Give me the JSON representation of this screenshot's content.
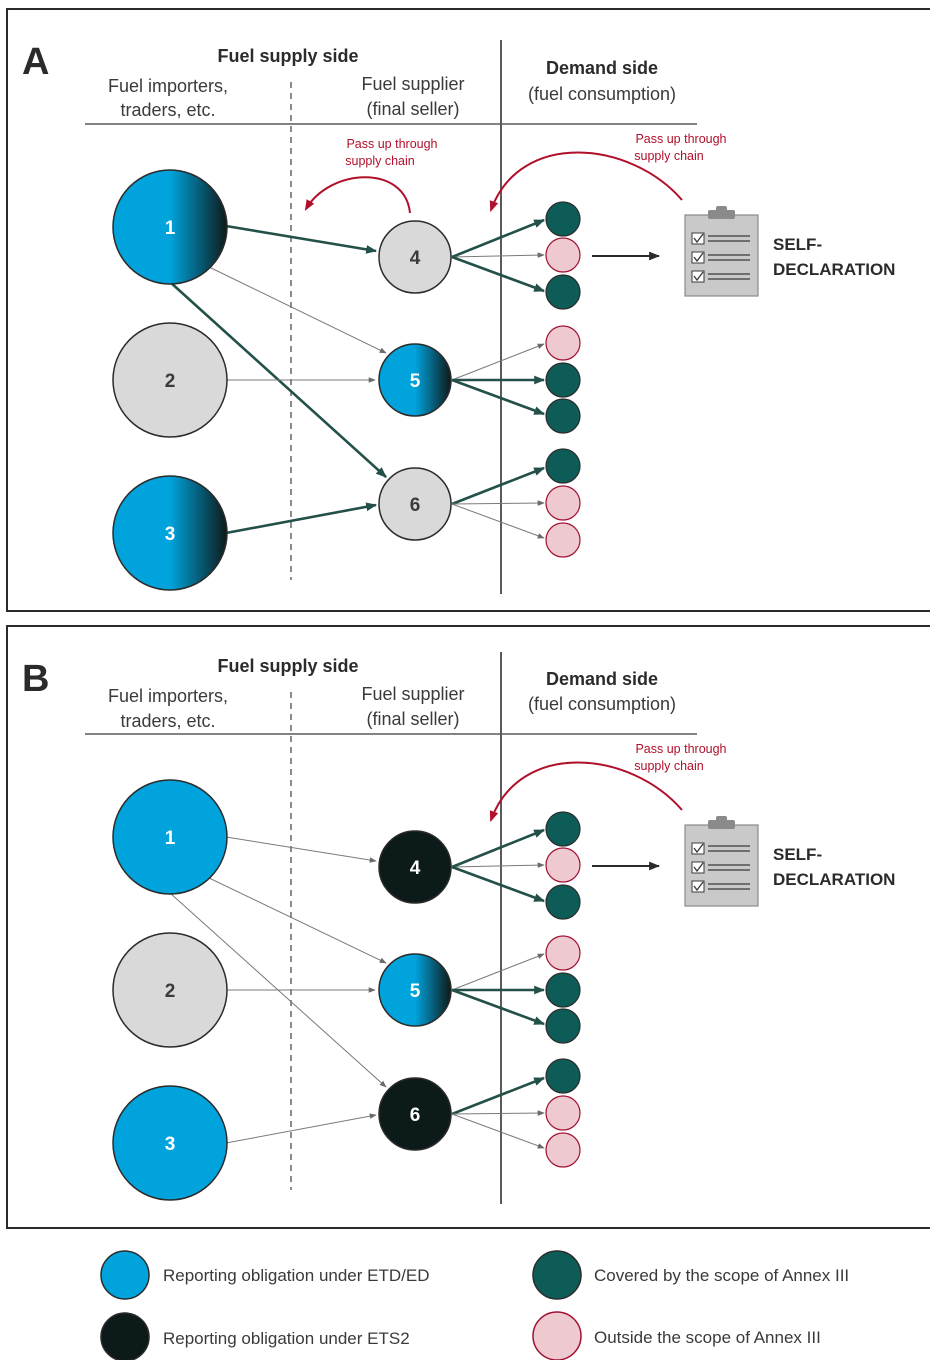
{
  "panels": [
    {
      "letter": "A",
      "header": {
        "supply_side": "Fuel supply side",
        "importers": [
          "Fuel importers,",
          "traders, etc."
        ],
        "supplier": [
          "Fuel supplier",
          "(final seller)"
        ],
        "demand_title": "Demand side",
        "demand_sub": "(fuel consumption)"
      },
      "notes": [
        {
          "lines": [
            "Pass up through",
            "supply chain"
          ]
        },
        {
          "lines": [
            "Pass up through",
            "supply chain"
          ]
        }
      ],
      "nodes": [
        {
          "id": "1",
          "label": "1",
          "kind": "gradient"
        },
        {
          "id": "2",
          "label": "2",
          "kind": "grey"
        },
        {
          "id": "3",
          "label": "3",
          "kind": "gradient"
        },
        {
          "id": "4",
          "label": "4",
          "kind": "grey"
        },
        {
          "id": "5",
          "label": "5",
          "kind": "gradient"
        },
        {
          "id": "6",
          "label": "6",
          "kind": "grey"
        }
      ],
      "self_declaration": [
        "SELF-",
        "DECLARATION"
      ]
    },
    {
      "letter": "B",
      "header": {
        "supply_side": "Fuel supply side",
        "importers": [
          "Fuel importers,",
          "traders, etc."
        ],
        "supplier": [
          "Fuel supplier",
          "(final seller)"
        ],
        "demand_title": "Demand side",
        "demand_sub": "(fuel consumption)"
      },
      "notes": [
        {
          "lines": [
            "Pass up through",
            "supply chain"
          ]
        }
      ],
      "nodes": [
        {
          "id": "1",
          "label": "1",
          "kind": "blue"
        },
        {
          "id": "2",
          "label": "2",
          "kind": "grey"
        },
        {
          "id": "3",
          "label": "3",
          "kind": "blue"
        },
        {
          "id": "4",
          "label": "4",
          "kind": "black"
        },
        {
          "id": "5",
          "label": "5",
          "kind": "gradient"
        },
        {
          "id": "6",
          "label": "6",
          "kind": "black"
        }
      ],
      "self_declaration": [
        "SELF-",
        "DECLARATION"
      ]
    }
  ],
  "legend": [
    {
      "label": "Reporting obligation under ETD/ED",
      "swatch": "blue"
    },
    {
      "label": "Covered by the scope of Annex III",
      "swatch": "teal"
    },
    {
      "label": "Reporting obligation under ETS2",
      "swatch": "black"
    },
    {
      "label": "Outside the scope of Annex III",
      "swatch": "pink"
    }
  ],
  "colors": {
    "blue": "#00a3dc",
    "grey": "#d9d9d9",
    "black": "#0d1a1a",
    "teal": "#0d5c57",
    "pink": "#eec9d0",
    "red": "#b0102a"
  }
}
